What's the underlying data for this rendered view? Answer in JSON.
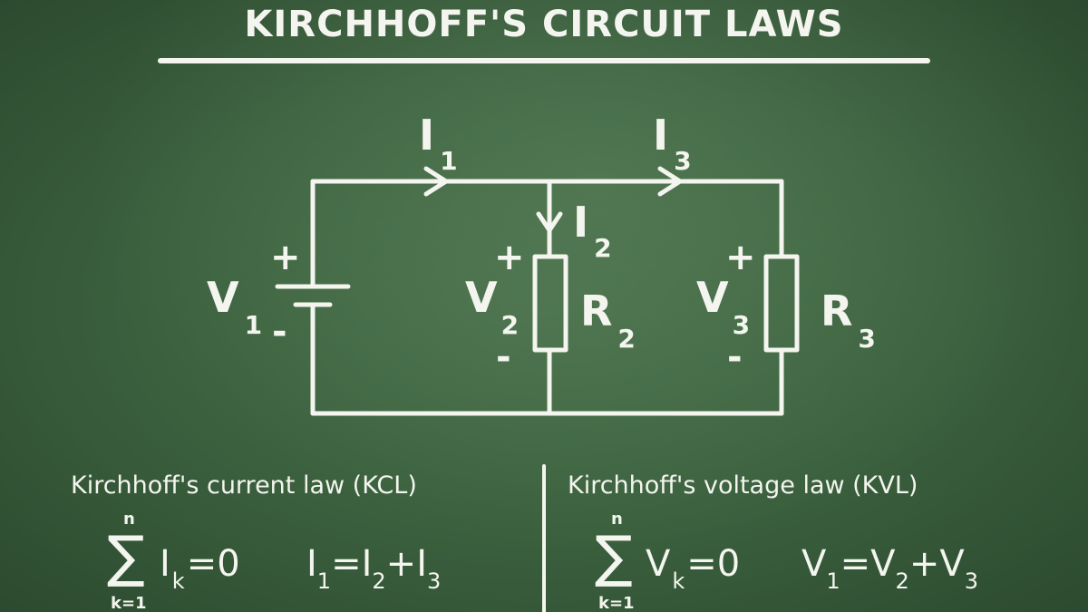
{
  "title": "KIRCHHOFF'S CIRCUIT LAWS",
  "colors": {
    "chalk": "#f3f5ee",
    "board": "#3a5f3d"
  },
  "circuit": {
    "currents": [
      {
        "symbol": "I",
        "index": "1"
      },
      {
        "symbol": "I",
        "index": "2"
      },
      {
        "symbol": "I",
        "index": "3"
      }
    ],
    "source": {
      "symbol": "V",
      "index": "1",
      "plus": "+",
      "minus": "-"
    },
    "branch2": {
      "v_symbol": "V",
      "v_index": "2",
      "r_symbol": "R",
      "r_index": "2",
      "plus": "+",
      "minus": "-"
    },
    "branch3": {
      "v_symbol": "V",
      "v_index": "3",
      "r_symbol": "R",
      "r_index": "3",
      "plus": "+",
      "minus": "-"
    }
  },
  "kcl": {
    "title": "Kirchhoff's current law (KCL)",
    "sigma": "∑",
    "upper": "n",
    "lower": "k=1",
    "sum_symbol": "I",
    "sum_index": "k",
    "equals_zero": "=0",
    "eq": {
      "a": "I",
      "a_i": "1",
      "op1": "=",
      "b": "I",
      "b_i": "2",
      "op2": "+",
      "c": "I",
      "c_i": "3"
    }
  },
  "kvl": {
    "title": "Kirchhoff's voltage law (KVL)",
    "sigma": "∑",
    "upper": "n",
    "lower": "k=1",
    "sum_symbol": "V",
    "sum_index": "k",
    "equals_zero": "=0",
    "eq": {
      "a": "V",
      "a_i": "1",
      "op1": "=",
      "b": "V",
      "b_i": "2",
      "op2": "+",
      "c": "V",
      "c_i": "3"
    }
  }
}
